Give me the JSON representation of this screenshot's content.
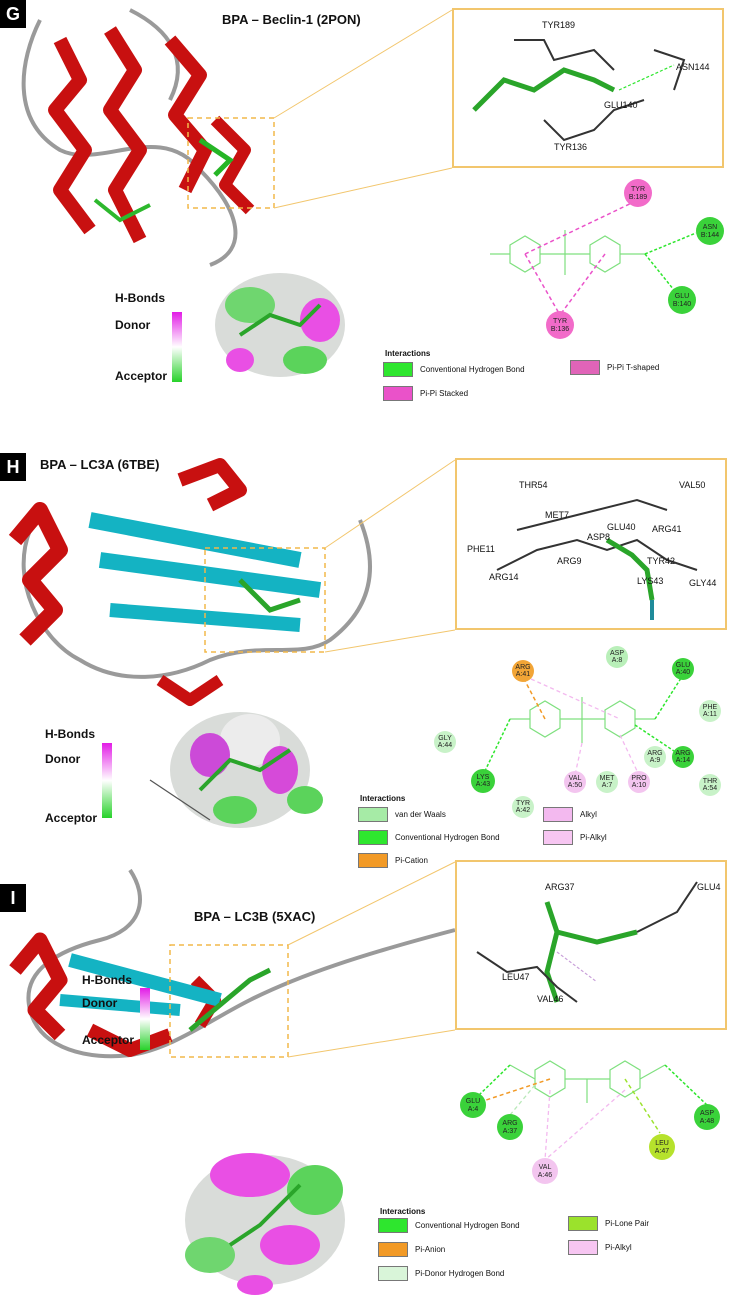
{
  "panels": [
    {
      "letter": "G",
      "title": "BPA – Beclin-1 (2PON)",
      "hbonds": {
        "title": "H-Bonds",
        "donor": "Donor",
        "acceptor": "Acceptor"
      },
      "interactions_title": "Interactions",
      "zoom_labels": [
        "TYR189",
        "ASN144",
        "GLU140",
        "TYR136"
      ],
      "residues": [
        {
          "name": "TYR",
          "pos": "B:189"
        },
        {
          "name": "ASN",
          "pos": "B:144"
        },
        {
          "name": "GLU",
          "pos": "B:140"
        },
        {
          "name": "TYR",
          "pos": "B:136"
        }
      ],
      "legend": [
        {
          "label": "Conventional Hydrogen Bond",
          "color": "#2ee62e"
        },
        {
          "label": "Pi-Pi T-shaped",
          "color": "#e064b8"
        },
        {
          "label": "Pi-Pi Stacked",
          "color": "#ea52c9"
        }
      ]
    },
    {
      "letter": "H",
      "title": "BPA – LC3A (6TBE)",
      "hbonds": {
        "title": "H-Bonds",
        "donor": "Donor",
        "acceptor": "Acceptor"
      },
      "interactions_title": "Interactions",
      "zoom_labels": [
        "THR54",
        "VAL50",
        "MET7",
        "GLU40",
        "ARG41",
        "ASP8",
        "PHE11",
        "ARG9",
        "TYR42",
        "ARG14",
        "LYS43",
        "GLY44"
      ],
      "residues": [
        {
          "name": "ARG",
          "pos": "A:41"
        },
        {
          "name": "ASP",
          "pos": "A:8"
        },
        {
          "name": "GLU",
          "pos": "A:40"
        },
        {
          "name": "PHE",
          "pos": "A:11"
        },
        {
          "name": "GLY",
          "pos": "A:44"
        },
        {
          "name": "LYS",
          "pos": "A:43"
        },
        {
          "name": "ARG",
          "pos": "A:9"
        },
        {
          "name": "ARG",
          "pos": "A:14"
        },
        {
          "name": "THR",
          "pos": "A:54"
        },
        {
          "name": "VAL",
          "pos": "A:50"
        },
        {
          "name": "MET",
          "pos": "A:7"
        },
        {
          "name": "PRO",
          "pos": "A:10"
        },
        {
          "name": "TYR",
          "pos": "A:42"
        }
      ],
      "legend": [
        {
          "label": "van der Waals",
          "color": "#a6eba6"
        },
        {
          "label": "Conventional Hydrogen Bond",
          "color": "#2ee62e"
        },
        {
          "label": "Pi-Cation",
          "color": "#f29a26"
        },
        {
          "label": "Alkyl",
          "color": "#f3b9ef"
        },
        {
          "label": "Pi-Alkyl",
          "color": "#f7c6f2"
        }
      ]
    },
    {
      "letter": "I",
      "title": "BPA – LC3B (5XAC)",
      "hbonds": {
        "title": "H-Bonds",
        "donor": "Donor",
        "acceptor": "Acceptor"
      },
      "interactions_title": "Interactions",
      "zoom_labels": [
        "ARG37",
        "GLU4",
        "LEU47",
        "VAL46"
      ],
      "residues": [
        {
          "name": "GLU",
          "pos": "A:4"
        },
        {
          "name": "ARG",
          "pos": "A:37"
        },
        {
          "name": "ASP",
          "pos": "A:48"
        },
        {
          "name": "LEU",
          "pos": "A:47"
        },
        {
          "name": "VAL",
          "pos": "A:46"
        }
      ],
      "legend": [
        {
          "label": "Conventional Hydrogen Bond",
          "color": "#2ee62e"
        },
        {
          "label": "Pi-Lone Pair",
          "color": "#9be22c"
        },
        {
          "label": "Pi-Anion",
          "color": "#f29a26"
        },
        {
          "label": "Pi-Alkyl",
          "color": "#f7c6f2"
        },
        {
          "label": "Pi-Donor Hydrogen Bond",
          "color": "#d9f5d9"
        }
      ]
    }
  ]
}
